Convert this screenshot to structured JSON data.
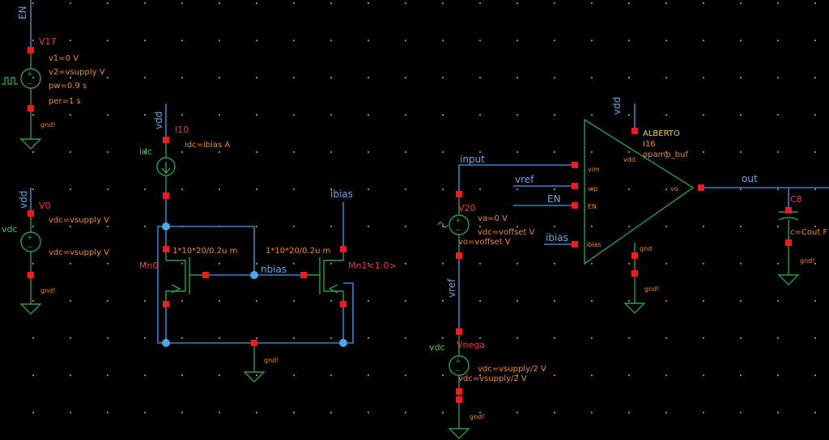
{
  "colors": {
    "background": "#000000",
    "wire": "#3f7fc4",
    "device": "#2e9a4a",
    "pin": "#ee1c1c",
    "param": "#f08a2c",
    "instance": "#f03a3a",
    "netLabel": "#6aa7e6"
  },
  "nets": {
    "en_top": "EN",
    "vdd_v0": "vdd",
    "vdd_i10": "vdd",
    "vdd_opamp": "vdd",
    "input": "input",
    "vref_in": "vref",
    "en_in": "EN",
    "ibias_in": "ibias",
    "ibias_top": "ibias",
    "nbias": "nbias",
    "out": "out",
    "vref_mid": "vref"
  },
  "v17": {
    "name": "V17",
    "p1": "v1=0 V",
    "p2": "v2=vsupply V",
    "p3": "pw=0.9 s",
    "p4": "per=1 s",
    "gnd": "gnd!"
  },
  "v0": {
    "name": "V0",
    "type": "vdc",
    "p1": "vdc=vsupply V",
    "p2": "vdc=vsupply V",
    "gnd": "gnd!"
  },
  "i10": {
    "name": "I10",
    "type": "idc",
    "p1": "idc=ibias A"
  },
  "mn0": {
    "name": "Mn0",
    "size": "1*10*20/0.2u m"
  },
  "mn1": {
    "name": "Mn1<1:0>",
    "size": "1*10*20/0.2u m"
  },
  "mirror": {
    "gnd": "gnd!"
  },
  "v20": {
    "name": "V20",
    "p1": "va=0 V",
    "p2": "vdc=voffset V",
    "p3": "vo=voffset V"
  },
  "vnega": {
    "name": "Vnega",
    "type": "vdc",
    "p1": "vdc=vsupply/2 V",
    "p2": "vdc=vsupply/2 V",
    "gnd": "gnd!"
  },
  "opamp": {
    "lib": "ALBERTO",
    "inst": "I16",
    "cell": "opamp_buf",
    "pin_vdd": "vdd",
    "pin_vim": "vim",
    "pin_vip": "vip",
    "pin_en": "EN",
    "pin_ibias": "ibias",
    "pin_vo": "vo",
    "pin_gnd": "gnd",
    "gnd": "gnd!"
  },
  "c8": {
    "name": "C8",
    "p1": "c=Cout F",
    "gnd": "gnd!"
  }
}
